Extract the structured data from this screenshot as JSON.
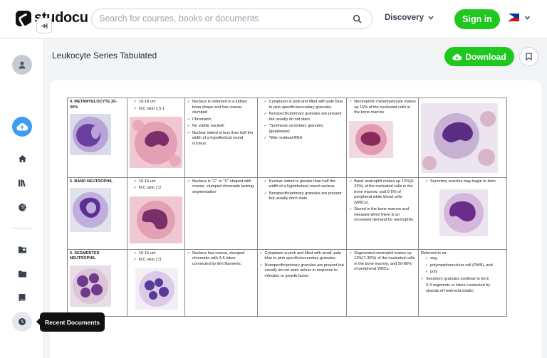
{
  "header": {
    "logo_text": "studocu",
    "search_placeholder": "Search for courses, books or documents",
    "discovery_label": "Discovery",
    "signin_label": "Sign in",
    "language_flag": "philippines-flag"
  },
  "sidebar": {
    "tooltip": "Recent Documents",
    "icons": [
      "user-icon",
      "collapse-icon",
      "upload-icon",
      "home-icon",
      "library-icon",
      "globe-icon",
      "folder-tag-icon",
      "folder-icon",
      "book-icon",
      "clock-icon"
    ]
  },
  "document": {
    "title": "Leukocyte Series Tabulated",
    "download_label": "Download",
    "rows": [
      {
        "label": "4. METAMYELOCYTE 20-30%",
        "size": [
          "10-18 um",
          "N:C ratio 1.5:1"
        ],
        "nucleus": [
          "Nucleus is indented in a kidney bean shape and has coarse, clumped",
          "Chromatin;",
          "No visible nucleoli",
          "Nuclear indent is less than half the width of a hypothetical round nucleus."
        ],
        "cytoplasm": [
          "Cytoplasm is pink and filled with pale blue to pink specific/secondary granules.",
          "Nonspecific/primary granules are present but usually do not stain.",
          "*Synthesis od tertiary granules (gelatinase)",
          "*little residual RNA"
        ],
        "notes": [
          "Neutrophilic metamyelocyte makes up 16% of the nucleated cells in the bone marrow"
        ],
        "extra": []
      },
      {
        "label": "5. BAND NEUTROPHIL",
        "size": [
          "10-15 um",
          "N:C ratio 1:2"
        ],
        "nucleus": [
          "Nucleus is \"C\" or \"S\"-shaped with coarse, clumped chromatin lacking segmentation"
        ],
        "cytoplasm": [
          "Nuclear indent is greater than half the width of a hypothetical round nucleus.",
          "Nonspecific/primary granules are present but usually don't stain."
        ],
        "notes": [
          "Band neutrophil makes up 12%(9-32%) of the nucleated cells in the bone marrow, and 0-5% of peripheral white blood cells (WBCs).",
          "Stored in the bone marrow and released when there is an increased demand for neutrophils"
        ],
        "extra": [
          "Secretory vesicles may begin to form"
        ]
      },
      {
        "label": "6. SEGMENTED NEUTROPHIL",
        "size": [
          "10-15 um",
          "N:C ratio 1:3"
        ],
        "nucleus": [
          "Nucleus has coarse, clumped chromatin with 3-5 lobes connected by thin filaments."
        ],
        "cytoplasm": [
          "Cytoplasm is pink and filled with small, pale blue to pink specific/secondary granules",
          "Nonspecific/primary granules are present but usually do not stain unless in response to infection or growth factor."
        ],
        "notes": [
          "Segmented neutrophil makes up 12%(7-30%) of the nucleated cells in the bone marrow, and 50-80% of peripheral WBCs."
        ],
        "extra_title": "Referred to as:",
        "extra": [
          "seg,",
          "polymorphonuclear cell (PMN), and",
          "poly",
          "Secretory granules continue to form",
          "3-4 segments or lobes connected by strands of heterochromatin"
        ]
      }
    ]
  },
  "colors": {
    "accent_green": "#1fc81f",
    "upload_blue": "#3b9cf0"
  }
}
